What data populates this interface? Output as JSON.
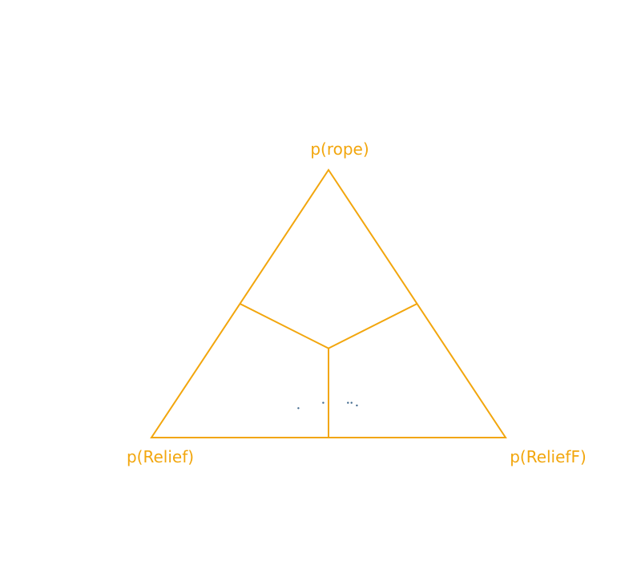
{
  "chart_data": {
    "type": "scatter",
    "plot_kind": "ternary-simplex",
    "vertices": {
      "top": "p(rope)",
      "left": "p(Relief)",
      "right": "p(ReliefF)"
    },
    "region_boundaries": "lines from centroid to each edge midpoint",
    "points": [
      {
        "p_rope": 0.11,
        "p_relief": 0.53,
        "p_reliefF": 0.36
      },
      {
        "p_rope": 0.13,
        "p_relief": 0.45,
        "p_reliefF": 0.42
      },
      {
        "p_rope": 0.13,
        "p_relief": 0.38,
        "p_reliefF": 0.49
      },
      {
        "p_rope": 0.12,
        "p_relief": 0.36,
        "p_reliefF": 0.52
      },
      {
        "p_rope": 0.13,
        "p_relief": 0.37,
        "p_reliefF": 0.5
      }
    ],
    "grid": false,
    "legend": "none"
  },
  "colors": {
    "frame": "#f2a60d",
    "label": "#f2a60d",
    "point": "#1f4e79"
  }
}
